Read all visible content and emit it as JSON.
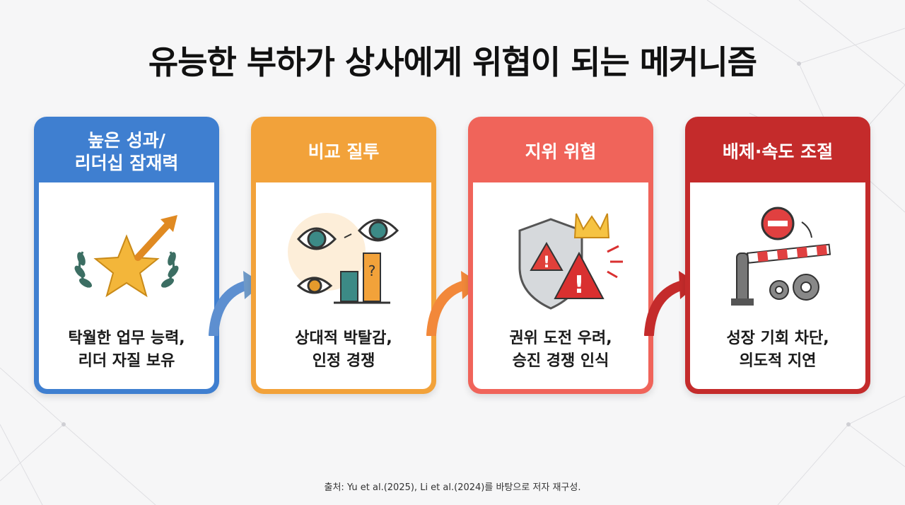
{
  "title": "유능한 부하가 상사에게 위협이 되는 메커니즘",
  "colors": {
    "blue": "#3f7fd0",
    "orange": "#f2a23a",
    "coral": "#f0645a",
    "red": "#c42b2b"
  },
  "steps": [
    {
      "header": "높은 성과/\n리더십 잠재력",
      "body": "탁월한 업무 능력,\n리더 자질 보유",
      "icon": "star-laurel-arrow-icon"
    },
    {
      "header": "비교 질투",
      "body": "상대적 박탈감,\n인정 경쟁",
      "icon": "eyes-chart-icon"
    },
    {
      "header": "지위 위협",
      "body": "권위 도전 우려,\n승진 경쟁 인식",
      "icon": "shield-crown-warning-icon"
    },
    {
      "header": "배제·속도 조절",
      "body": "성장 기회 차단,\n의도적 지연",
      "icon": "barrier-gears-icon"
    }
  ],
  "source": "출처: Yu et al.(2025), Li et al.(2024)를 바탕으로 저자 재구성."
}
